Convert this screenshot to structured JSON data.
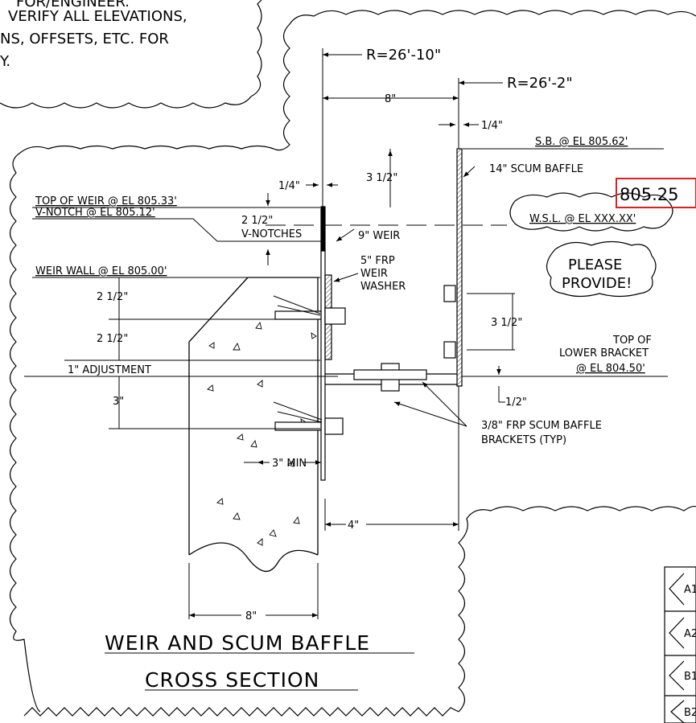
{
  "note": {
    "line1": "FOR/ENGINEER.",
    "line2": "VERIFY ALL ELEVATIONS,",
    "line3": "NS, OFFSETS, ETC. FOR",
    "line4": "Y."
  },
  "dims": {
    "r_weir": "R=26'-10\"",
    "r_baffle": "R=26'-2\"",
    "eight_top": "8\"",
    "quarter_right": "1/4\"",
    "quarter_left": "1/4\"",
    "three_half_top": "3 1/2\"",
    "two_half_notch": "2 1/2\"",
    "two_half_a": "2 1/2\"",
    "two_half_b": "2 1/2\"",
    "three": "3\"",
    "three_half_mid": "3 1/2\"",
    "half": "1/2\"",
    "three_min": "3\" MIN",
    "four": "4\"",
    "eight_bottom": "8\""
  },
  "labels": {
    "sb_el": "S.B. @ EL 805.62'",
    "scum_baffle": "14\" SCUM BAFFLE",
    "top_of_weir": "TOP OF WEIR @ EL 805.33'",
    "v_notch": "V-NOTCH @ EL 805.12'",
    "v_notches": "V-NOTCHES",
    "weir_9": "9\" WEIR",
    "weir_wall": "WEIR WALL @ EL 805.00'",
    "frp_1": "5\" FRP",
    "frp_2": "WEIR",
    "frp_3": "WASHER",
    "wsl": "W.S.L. @ EL XXX.XX'",
    "please": "PLEASE",
    "provide": "PROVIDE!",
    "top_of": "TOP OF",
    "lower_bracket": "LOWER BRACKET",
    "el_bracket": "@ EL 804.50'",
    "adjustment": "1\" ADJUSTMENT",
    "brackets_1": "3/8\" FRP SCUM BAFFLE",
    "brackets_2": "BRACKETS (TYP)",
    "red_value": "805.25"
  },
  "title": {
    "line1": "WEIR AND SCUM BAFFLE",
    "line2": "CROSS SECTION"
  },
  "table": {
    "rows": [
      "A1",
      "A2",
      "B1",
      "B2"
    ]
  },
  "colors": {
    "line": "#000000",
    "highlight": "#e02020"
  }
}
